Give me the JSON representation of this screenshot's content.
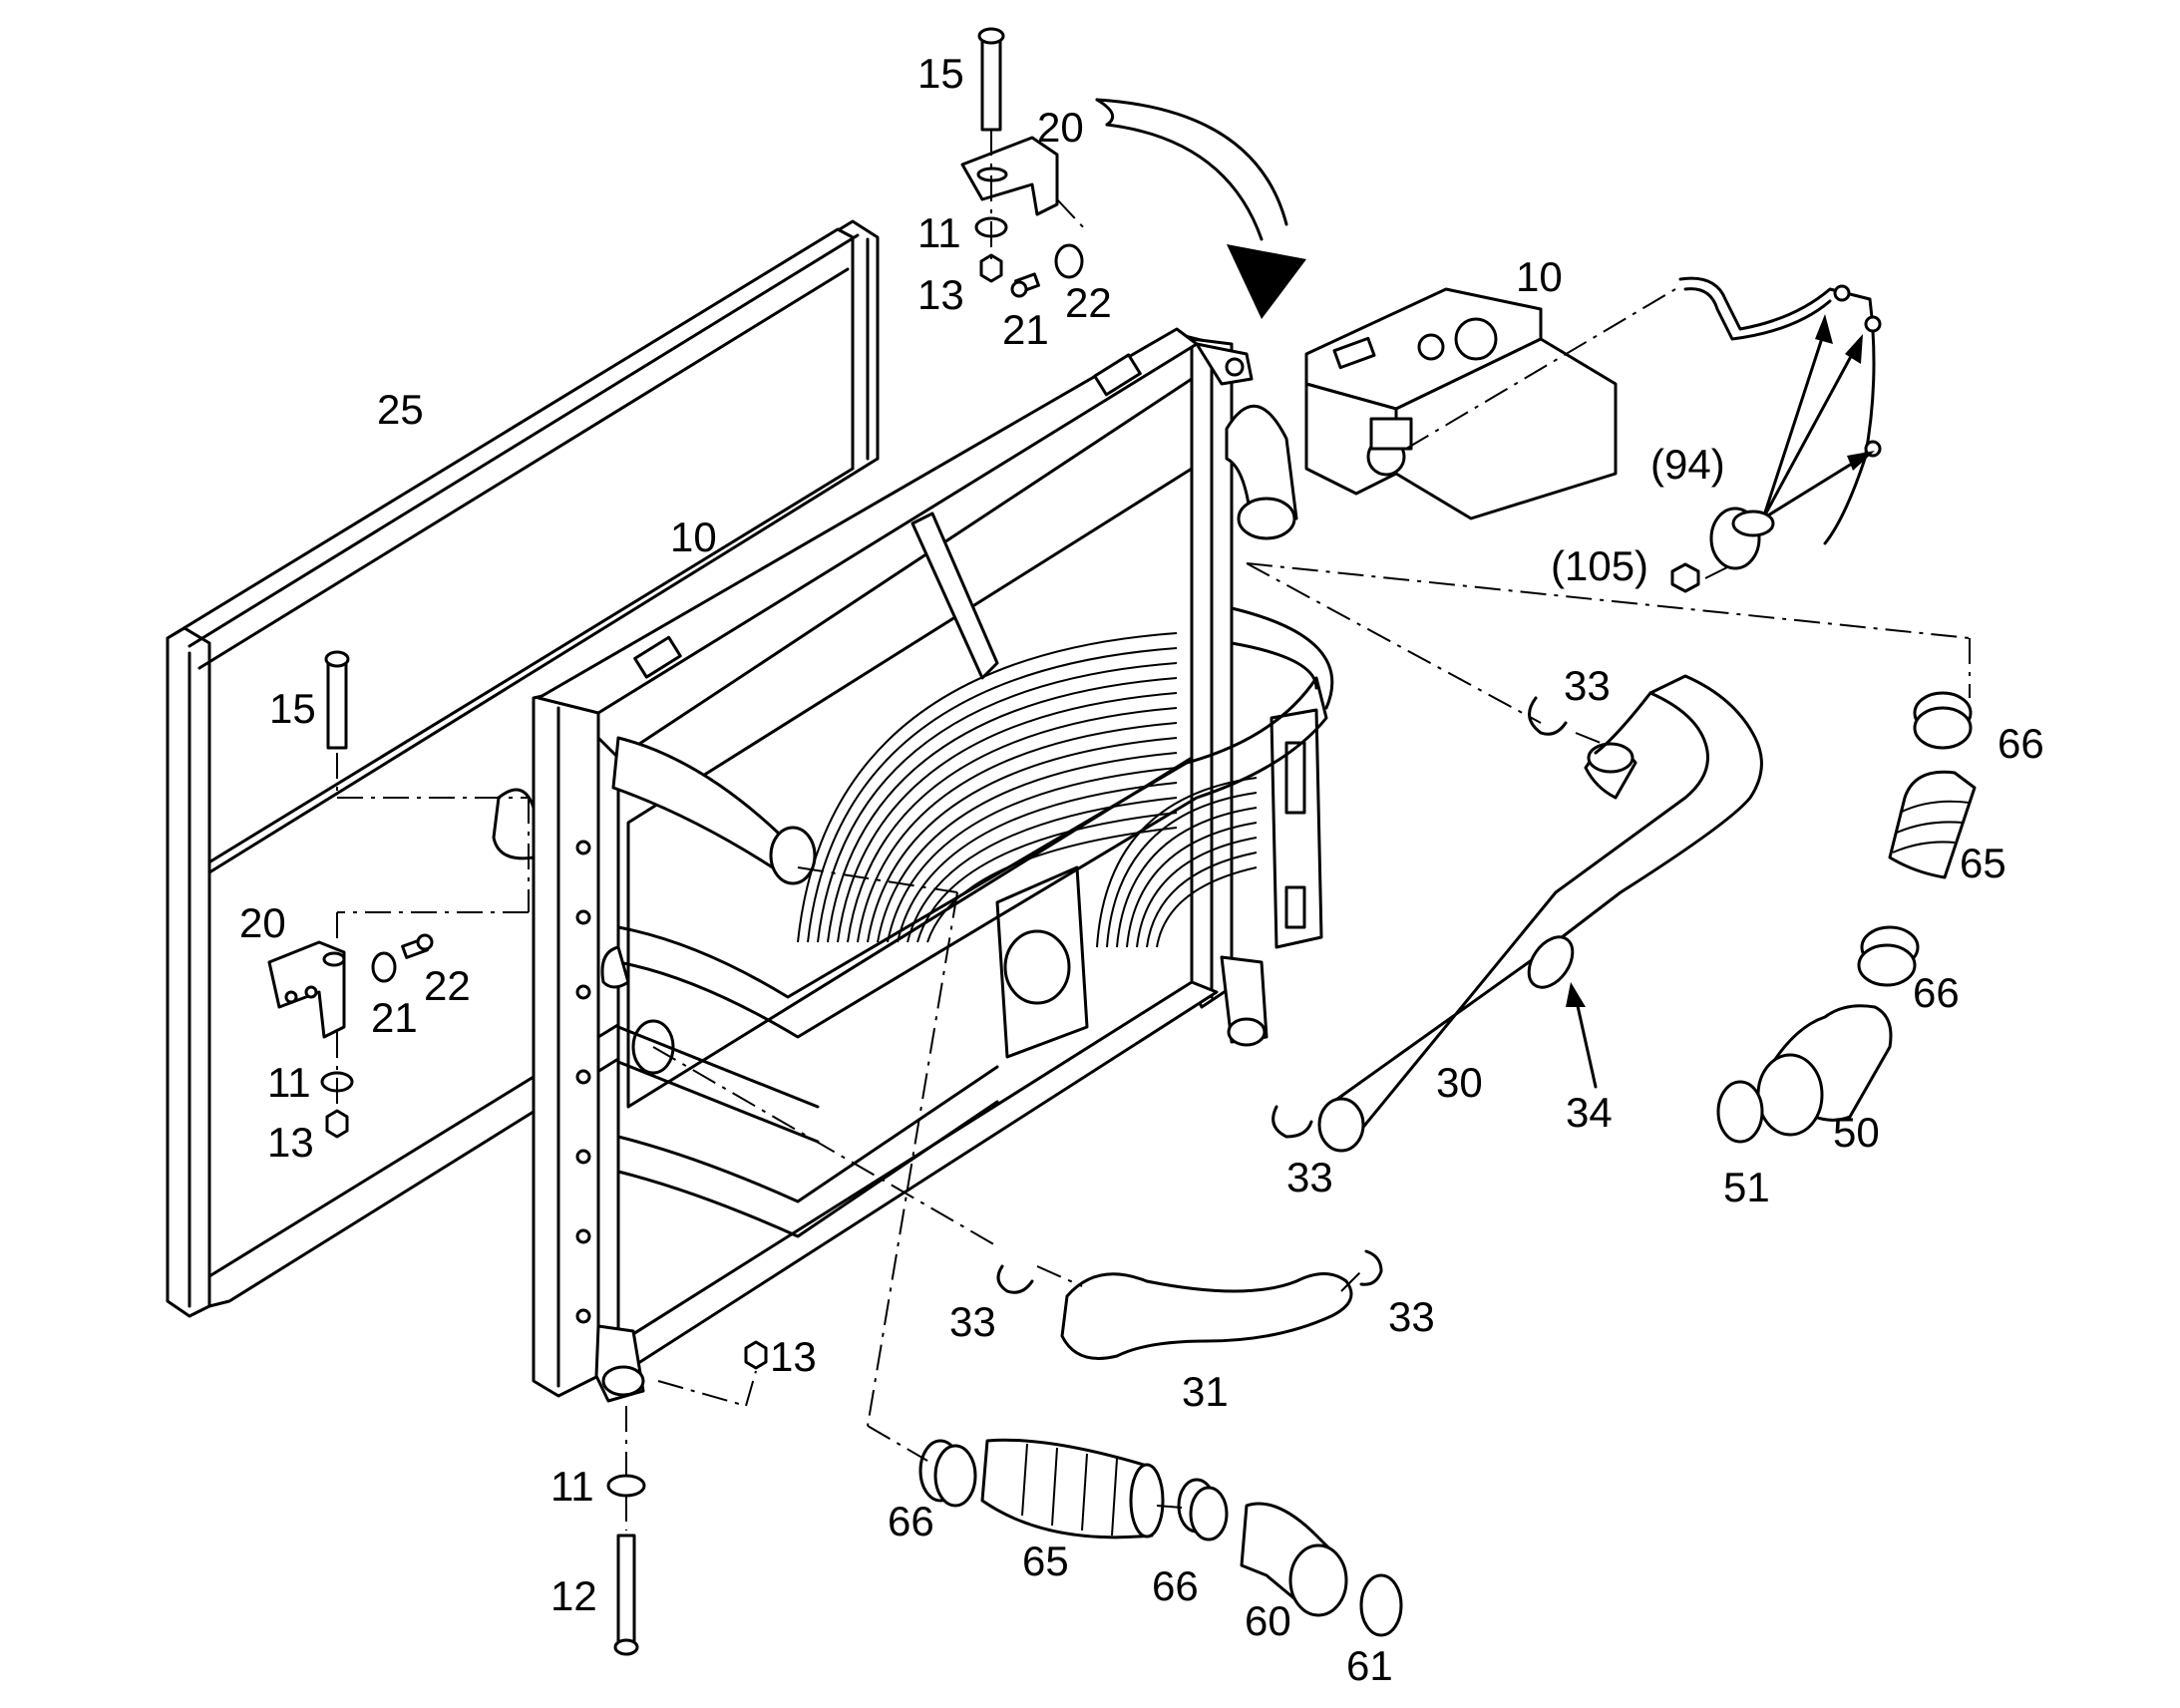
{
  "labels": {
    "l15_top": "15",
    "l20_top": "20",
    "l11_top": "11",
    "l13_top": "13",
    "l21_top": "21",
    "l22_top": "22",
    "l10_module": "10",
    "l25": "25",
    "l10_radiator": "10",
    "l94": "(94)",
    "l105": "(105)",
    "l33_a": "33",
    "l66_a": "66",
    "l65_a": "65",
    "l66_b": "66",
    "l15_left": "15",
    "l20_left": "20",
    "l22_left": "22",
    "l21_left": "21",
    "l11_left": "11",
    "l13_left": "13",
    "l30": "30",
    "l34": "34",
    "l50": "50",
    "l51": "51",
    "l33_b": "33",
    "l33_c": "33",
    "l33_d": "33",
    "l31": "31",
    "l13_bottom": "13",
    "l11_bottom": "11",
    "l12": "12",
    "l66_c": "66",
    "l65_b": "65",
    "l66_d": "66",
    "l60": "60",
    "l61": "61"
  }
}
